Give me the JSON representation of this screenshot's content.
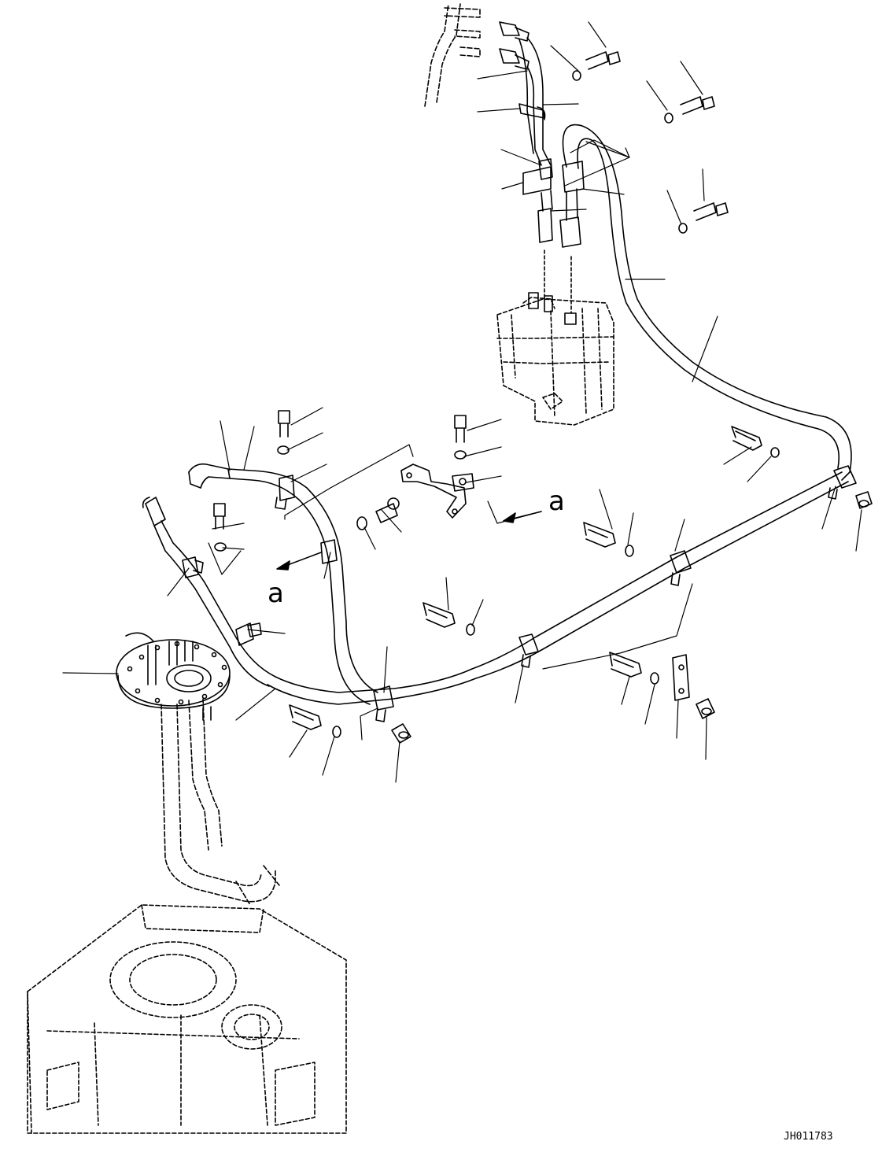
{
  "diagram": {
    "view_markers": [
      "a",
      "a"
    ],
    "drawing_code": "JH011783"
  },
  "colors": {
    "line": "#000000",
    "background": "#ffffff"
  }
}
